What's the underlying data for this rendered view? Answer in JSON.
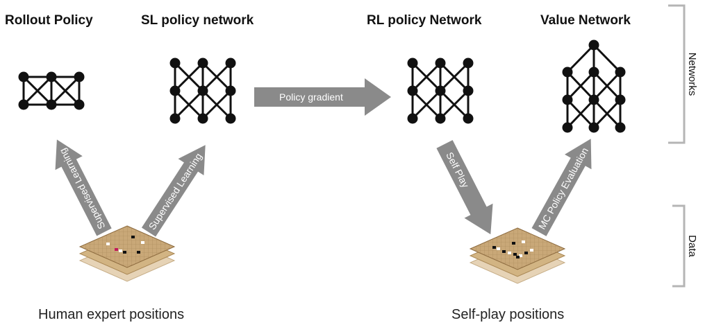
{
  "titles": {
    "rollout": "Rollout Policy",
    "sl": "SL policy network",
    "rl": "RL policy Network",
    "value": "Value Network"
  },
  "arrows": {
    "sl_rollout": "Supervised Learning",
    "sl_policy": "Supervised Learning",
    "policy_gradient": "Policy gradient",
    "self_play": "Self Play",
    "mc_eval": "MC Policy Evaluation"
  },
  "captions": {
    "human": "Human expert positions",
    "selfplay": "Self-play positions"
  },
  "side_labels": {
    "networks": "Networks",
    "data": "Data"
  },
  "colors": {
    "arrow": "#8a8a8a",
    "network": "#111111",
    "bracket": "#b5b5b5",
    "board": "#c9a878"
  }
}
